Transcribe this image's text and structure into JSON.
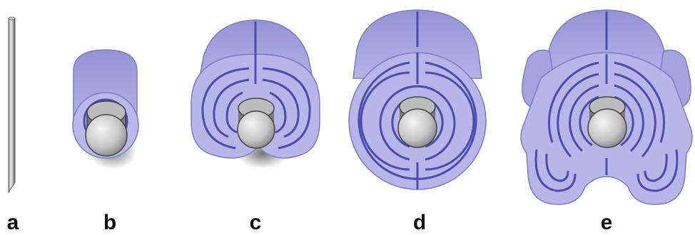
{
  "panels": [
    {
      "id": "a",
      "label": "a"
    },
    {
      "id": "b",
      "label": "b"
    },
    {
      "id": "c",
      "label": "c"
    },
    {
      "id": "d",
      "label": "d"
    },
    {
      "id": "e",
      "label": "e"
    }
  ],
  "colors": {
    "tissue_light": "#b8b8ea",
    "tissue_mid": "#9c9cd8",
    "tissue_dark": "#7b7bc4",
    "groove": "#4b4bb0",
    "steel_light": "#e6e6e6",
    "steel_mid": "#bdbdbd",
    "steel_dark": "#6e6e6e",
    "label": "#111111"
  }
}
